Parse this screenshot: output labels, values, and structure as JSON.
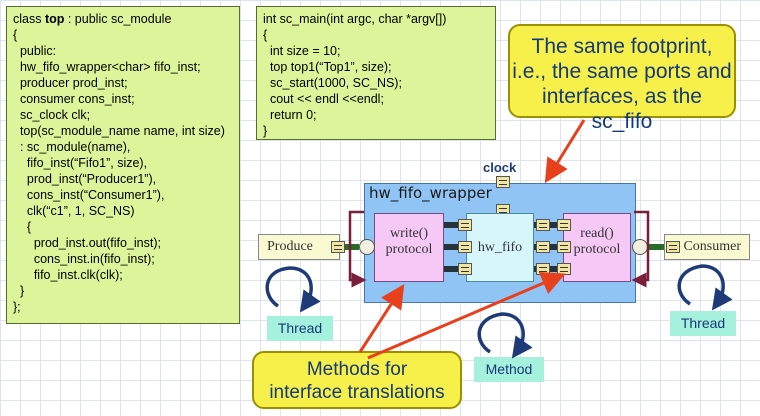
{
  "code_left": [
    "class top : public sc_module",
    "{",
    "  public:",
    "  hw_fifo_wrapper<char> fifo_inst;",
    "  producer prod_inst;",
    "  consumer cons_inst;",
    "  sc_clock clk;",
    "",
    "  top(sc_module_name name, int size)",
    "  : sc_module(name),",
    "    fifo_inst(“Fifo1”, size),",
    "    prod_inst(“Producer1”),",
    "    cons_inst(“Consumer1”),",
    "    clk(“c1”, 1, SC_NS)",
    "    {",
    "      prod_inst.out(fifo_inst);",
    "      cons_inst.in(fifo_inst);",
    "      fifo_inst.clk(clk);",
    "  }",
    "};"
  ],
  "code_left_bold": "top",
  "code_right": [
    "int sc_main(int argc, char *argv[])",
    "{",
    "  int size = 10;",
    "  top top1(“Top1”, size);",
    "  sc_start(1000, SC_NS);",
    "  cout << endl <<endl;",
    "  return 0;",
    "}"
  ],
  "callout_top": [
    "The same footprint,",
    "i.e., the same ports and",
    "interfaces, as the sc_fifo"
  ],
  "callout_bottom": [
    "Methods for",
    "interface translations"
  ],
  "diagram": {
    "clock_label": "clock",
    "wrapper_label": "hw_fifo_wrapper",
    "write_protocol": [
      "write()",
      "protocol"
    ],
    "read_protocol": [
      "read()",
      "protocol"
    ],
    "fifo_label": "hw_fifo",
    "produce_label": "Produce",
    "consumer_label": "Consumer",
    "thread_left": "Thread",
    "thread_right": "Thread",
    "method_label": "Method"
  },
  "colors": {
    "code_bg": "#ddf59a",
    "callout_bg": "#f7f04a",
    "callout_text": "#143a78",
    "wrapper_bg": "#8fc4f4",
    "protocol_bg": "#f6c8f6",
    "fifo_bg": "#d6f6fc",
    "tag_bg": "#a6f0de",
    "arrow_red": "#e8401c",
    "loop_navy": "#1f3a78",
    "maroon": "#7b1e3a"
  }
}
